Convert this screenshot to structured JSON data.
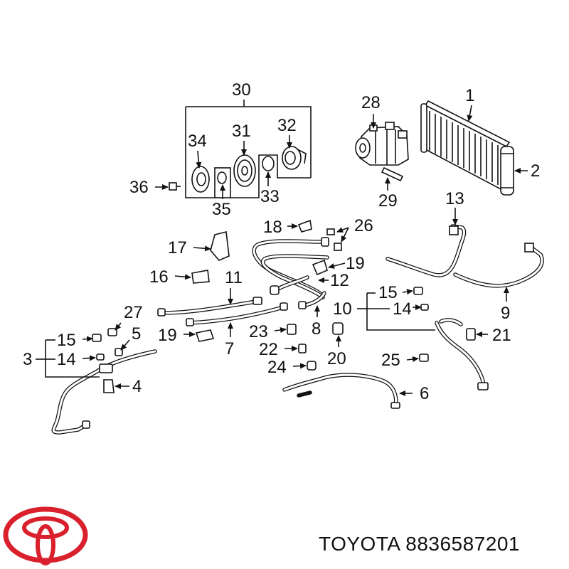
{
  "callouts": {
    "c1": "1",
    "c2": "2",
    "c3": "3",
    "c4": "4",
    "c5": "5",
    "c6": "6",
    "c7": "7",
    "c8": "8",
    "c9": "9",
    "c10": "10",
    "c11": "11",
    "c12": "12",
    "c13": "13",
    "c14a": "14",
    "c14b": "14",
    "c15a": "15",
    "c15b": "15",
    "c16": "16",
    "c17": "17",
    "c18": "18",
    "c19a": "19",
    "c19b": "19",
    "c20": "20",
    "c21": "21",
    "c22": "22",
    "c23": "23",
    "c24": "24",
    "c25": "25",
    "c26": "26",
    "c27": "27",
    "c28": "28",
    "c29": "29",
    "c30": "30",
    "c31": "31",
    "c32": "32",
    "c33": "33",
    "c34": "34",
    "c35": "35",
    "c36": "36"
  },
  "footer": {
    "brand_part": "TOYOTA 8836587201"
  },
  "logo": {
    "color": "#d9202c"
  }
}
